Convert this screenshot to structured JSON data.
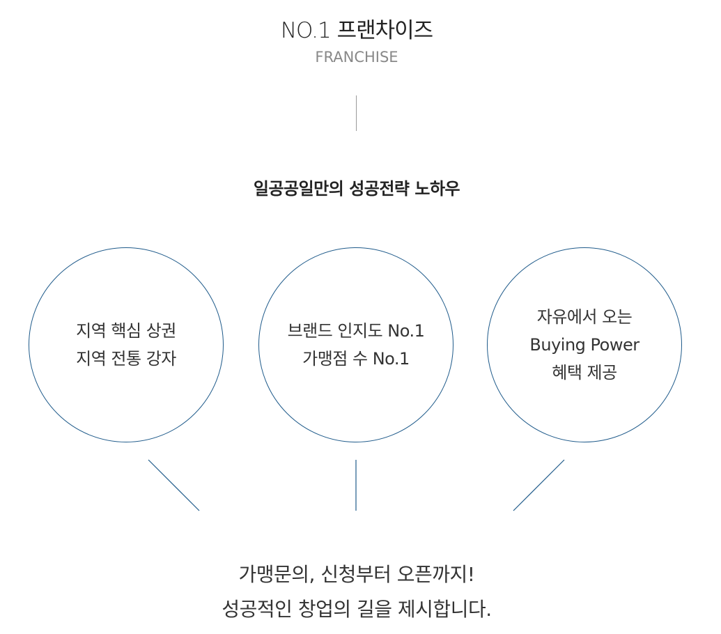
{
  "header": {
    "title": "NO.1 프랜차이즈",
    "subtitle": "FRANCHISE"
  },
  "headline": "일공공일만의 성공전략 노하우",
  "circles": [
    {
      "lines": [
        "지역 핵심 상권",
        "지역 전통 강자"
      ]
    },
    {
      "lines": [
        "브랜드 인지도 No.1",
        "가맹점 수 No.1"
      ]
    },
    {
      "lines": [
        "자유에서 오는",
        "Buying Power",
        "혜택 제공"
      ]
    }
  ],
  "closing": {
    "line1": "가맹문의, 신청부터 오픈까지!",
    "line2": "성공적인 창업의 길을 제시합니다."
  },
  "colors": {
    "circle_border": "#1e5a8a",
    "connector": "#1e5a8a",
    "divider": "#999999",
    "text": "#333333",
    "subtitle": "#888888"
  }
}
